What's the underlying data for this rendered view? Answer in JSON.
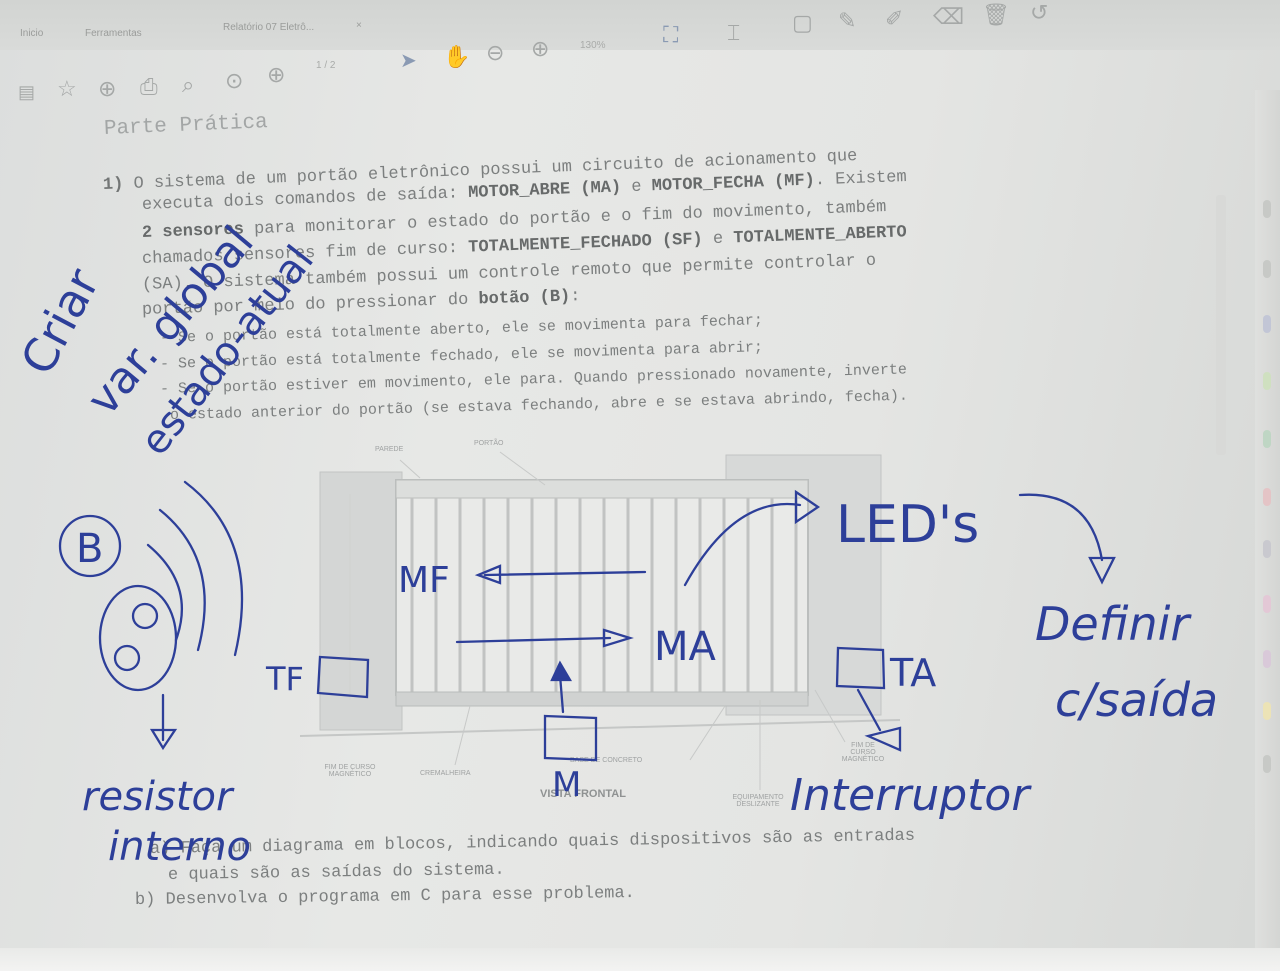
{
  "tabs": [
    {
      "label": "Inicio"
    },
    {
      "label": "Ferramentas"
    },
    {
      "label": "Relatório 07 Eletrô..."
    }
  ],
  "toolbar": {
    "page_indicator": "1 / 2",
    "zoom": "130%"
  },
  "document": {
    "section_title": "Parte Prática",
    "question_number": "1)",
    "lines": [
      {
        "pre": "O sistema de um portão eletrônico possui um circuito de acionamento que",
        "bold": "",
        "post": ""
      },
      {
        "pre": "executa dois comandos de saída: ",
        "bold": "MOTOR_ABRE (MA)",
        "mid": " e ",
        "bold2": "MOTOR_FECHA (MF)",
        "post": ". Existem"
      },
      {
        "pre": "",
        "bold": "2 sensores",
        "mid": " para monitorar o estado do portão e o fim do movimento, também",
        "bold2": "",
        "post": ""
      },
      {
        "pre": "chamados sensores fim de curso: ",
        "bold": "TOTALMENTE_FECHADO (SF)",
        "mid": " e ",
        "bold2": "TOTALMENTE_ABERTO",
        "post": ""
      },
      {
        "pre": "(SA). O sistema também possui um controle remoto que permite controlar o",
        "bold": "",
        "post": ""
      },
      {
        "pre": "portão por meio do pressionar do ",
        "bold": "botão (B)",
        "post": ":"
      },
      {
        "pre": "- Se o portão está totalmente aberto, ele se movimenta para fechar;",
        "bold": "",
        "post": ""
      },
      {
        "pre": "- Se o portão está totalmente fechado, ele se movimenta para abrir;",
        "bold": "",
        "post": ""
      },
      {
        "pre": "- Se o portão estiver em movimento, ele para. Quando pressionado novamente, inverte",
        "bold": "",
        "post": ""
      },
      {
        "pre": "o estado anterior do portão (se estava fechando, abre e se estava abrindo, fecha).",
        "bold": "",
        "post": ""
      }
    ],
    "item_a_1": "a) Faça um diagrama em blocos, indicando quais dispositivos são as entradas",
    "item_a_2": "e quais são as saídas do sistema.",
    "item_b": "b) Desenvolva o programa em C para esse problema."
  },
  "figure_labels": {
    "parede": "PAREDE",
    "portao": "PORTÃO",
    "fim_curso_magnetico": "FIM DE CURSO MAGNÉTICO",
    "cremalheira": "CREMALHEIRA",
    "base_concreto": "BASE DE CONCRETO",
    "vista_frontal": "VISTA FRONTAL",
    "equipamento": "EQUIPAMENTO DESLIZANTE",
    "fim_curso_2": "FIM DE CURSO MAGNÉTICO"
  },
  "annotations": {
    "criar": "Criar",
    "var_global": "var. global",
    "estado_atual": "estado-atual",
    "B": "B",
    "MF": "MF",
    "MA": "MA",
    "TF": "TF",
    "TA": "TA",
    "M": "M",
    "leds": "LED's",
    "definir": "Definir",
    "c_saida": "c/saída",
    "resistor": "resistor",
    "interno": "interno",
    "interruptor": "Interruptor"
  },
  "colors": {
    "ink": "#2d3f99",
    "paper": "#e4e5e3",
    "print_text": "#7c7f7f"
  },
  "icons": [
    "cursor-icon",
    "hand-icon",
    "zoom-out-icon",
    "zoom-in-icon",
    "fit-page-icon",
    "text-select-icon",
    "comment-icon",
    "pen-icon",
    "highlighter-icon",
    "eraser-icon",
    "trash-icon",
    "undo-icon",
    "star-icon",
    "share-icon",
    "print-icon",
    "search-icon"
  ]
}
